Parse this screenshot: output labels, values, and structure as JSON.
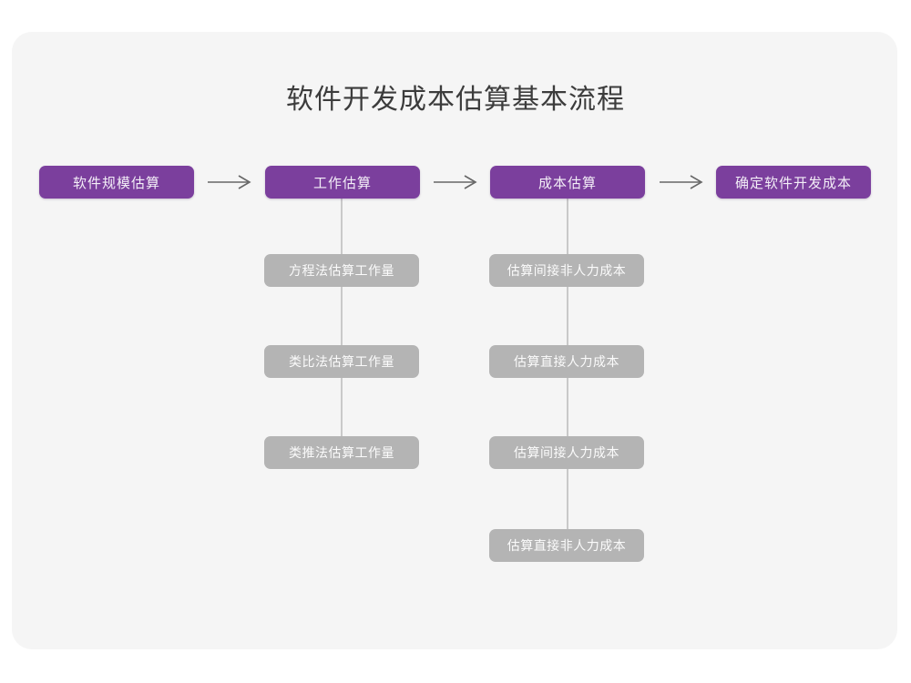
{
  "title": "软件开发成本估算基本流程",
  "colors": {
    "canvas_background": "#f5f5f5",
    "page_background": "#ffffff",
    "stage_fill": "#7b3f9d",
    "stage_text": "#f3eef7",
    "substep_fill": "#b4b4b4",
    "substep_text": "#fbfbfb",
    "connector": "#c9c9c9",
    "arrow": "#666666",
    "title_text": "#3c3c3c"
  },
  "stages": [
    {
      "label": "软件规模估算",
      "substeps": []
    },
    {
      "label": "工作估算",
      "substeps": [
        "方程法估算工作量",
        "类比法估算工作量",
        "类推法估算工作量"
      ]
    },
    {
      "label": "成本估算",
      "substeps": [
        "估算间接非人力成本",
        "估算直接人力成本",
        "估算间接人力成本",
        "估算直接非人力成本"
      ]
    },
    {
      "label": "确定软件开发成本",
      "substeps": []
    }
  ],
  "arrows": [
    {
      "name": "arrow-stage1-to-stage2"
    },
    {
      "name": "arrow-stage2-to-stage3"
    },
    {
      "name": "arrow-stage3-to-stage4"
    }
  ]
}
